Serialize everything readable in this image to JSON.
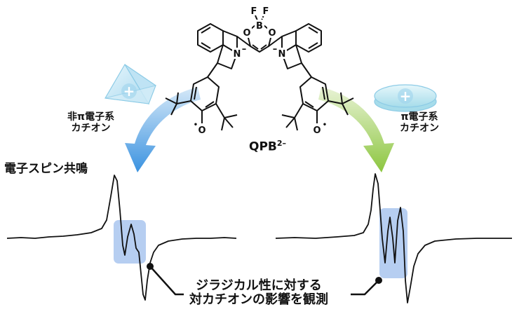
{
  "molecule": {
    "name": "QPB",
    "charge": "2–",
    "atoms": {
      "boron": "B",
      "fluorine": "F",
      "oxygen": "O",
      "nitrogen": "N",
      "charge_minus": "–",
      "radical": "•"
    }
  },
  "cations": {
    "left": {
      "line1": "非π電子系",
      "line2": "カチオン",
      "symbol": "+",
      "shape": "tetrahedron",
      "color": "#bfe3f4"
    },
    "right": {
      "line1": "π電子系",
      "line2": "カチオン",
      "symbol": "+",
      "shape": "disc",
      "color": "#c9ecf3"
    }
  },
  "arrows": {
    "left": {
      "color_top": "#d6e9f8",
      "color_bottom": "#3a92e0"
    },
    "right": {
      "color_top": "#e9f3d6",
      "color_bottom": "#8cc63f"
    }
  },
  "spectrum": {
    "title": "電子スピン共鳴",
    "highlight_color": "#a9c6ee"
  },
  "caption": {
    "line1": "ジラジカル性に対する",
    "line2": "対カチオンの影響を観測"
  }
}
